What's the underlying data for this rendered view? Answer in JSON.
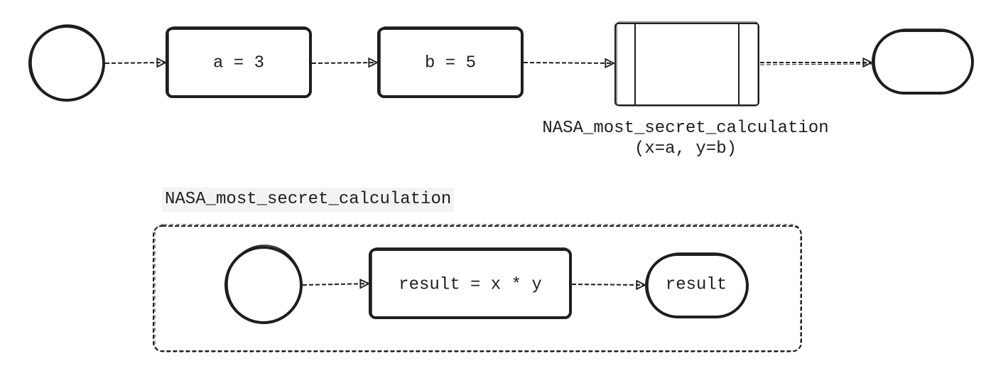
{
  "main_flow": {
    "assign_a": "a = 3",
    "assign_b": "b = 5",
    "call_name": "NASA_most_secret_calculation",
    "call_args": "(x=a, y=b)"
  },
  "subroutine": {
    "title": "NASA_most_secret_calculation",
    "process": "result = x * y",
    "end": "result"
  },
  "colors": {
    "stroke": "#1e1e1e",
    "title_bg": "#f3f3f3",
    "background": "#ffffff"
  }
}
